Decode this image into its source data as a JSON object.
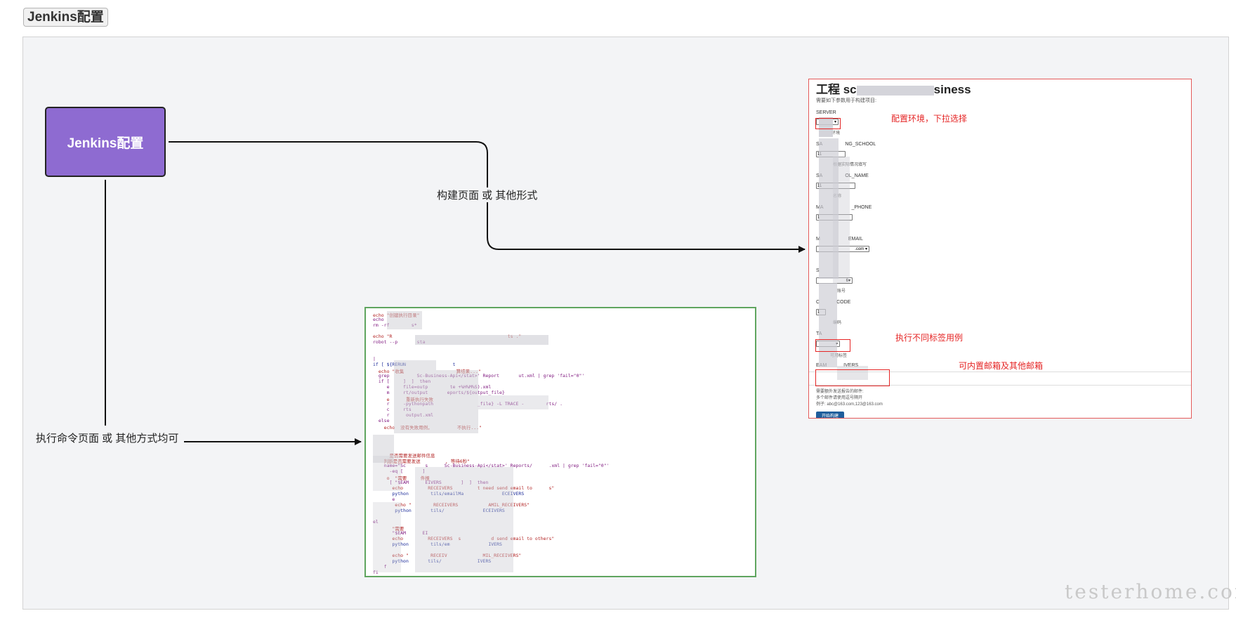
{
  "header_tag": "Jenkins配置",
  "root_node": "Jenkins配置",
  "edges": {
    "to_build_page": "构建页面 或 其他形式",
    "to_command_page": "执行命令页面 或 其他方式均可"
  },
  "build_page": {
    "title_start": "工程 sc",
    "title_end": "siness",
    "subtitle": "需要如下参数用于构建项目:",
    "params": [
      {
        "label": "SERVER",
        "value": "",
        "hint": "环境"
      },
      {
        "label": "SA",
        "label_end": "NG_SCHOOL",
        "value": "11",
        "hint": "根据实际情况填写"
      },
      {
        "label": "SA",
        "label_end": "OL_NAME",
        "value": "11",
        "hint": "名称"
      },
      {
        "label": "MA",
        "label_end": "_PHONE",
        "value": "1",
        "hint": ""
      },
      {
        "label": "M",
        "label_end": "EMAIL",
        "value": ".com",
        "hint": ""
      },
      {
        "label": "S",
        "label_end": "",
        "value": "6",
        "hint": "账号"
      },
      {
        "label": "C",
        "label_end": "CODE",
        "value": "1",
        "hint": "编码"
      },
      {
        "label": "TA",
        "label_end": "",
        "value": "",
        "hint": "可用标签"
      },
      {
        "label": "EAM",
        "label_end": "IVERS",
        "value": "",
        "hint": ""
      }
    ],
    "email_hint_1": "需要额外发送报告的邮件:",
    "email_hint_2": "多个邮件请使用逗号隔开",
    "email_hint_3": "例子: abc@163.com,123@163.com",
    "build_button": "开始构建"
  },
  "annotations": {
    "server": "配置环境，下拉选择",
    "tag": "执行不同标签用例",
    "email": "可内置邮箱及其他邮箱"
  },
  "script_lines": [
    {
      "t": "echo \"创建执行目录\"",
      "c": "red"
    },
    {
      "t": "echo",
      "c": ""
    },
    {
      "t": "rm -rf        s*",
      "c": ""
    },
    {
      "t": "",
      "c": ""
    },
    {
      "t": "echo \"R                                          ts .\"",
      "c": "red"
    },
    {
      "t": "robot --p       sta",
      "c": ""
    },
    {
      "t": "",
      "c": ""
    },
    {
      "t": "",
      "c": ""
    },
    {
      "t": "|",
      "c": ""
    },
    {
      "t": "if [ ${RERUN                 t",
      "c": "blue"
    },
    {
      "t": "  echo \"收集                   算结果...\"",
      "c": "red"
    },
    {
      "t": "  grep          Sc-Business-Api</stat>' Report       ut.xml | grep 'fail=\"0\"'",
      "c": ""
    },
    {
      "t": "  if [     ]  ]  then",
      "c": ""
    },
    {
      "t": "     e     file=outp        te +%H%M%S).xml",
      "c": ""
    },
    {
      "t": "     m     rt/output       eports/${output_file}",
      "c": ""
    },
    {
      "t": "     e      重新执行失败",
      "c": "red"
    },
    {
      "t": "     r     -pythonpath                _file} -L TRACE -        rts/ .",
      "c": ""
    },
    {
      "t": "     c     rts",
      "c": ""
    },
    {
      "t": "     r      output.xml",
      "c": ""
    },
    {
      "t": "  else",
      "c": ""
    },
    {
      "t": "    echo  没有失败用例，         不执行...\"",
      "c": "red"
    },
    {
      "t": "",
      "c": ""
    },
    {
      "t": "",
      "c": ""
    },
    {
      "t": "",
      "c": ""
    },
    {
      "t": "",
      "c": ""
    },
    {
      "t": "      是否需要发送邮件信息",
      "c": "red"
    },
    {
      "t": "    判断是否需要发送         , 等待6秒\"",
      "c": "red"
    },
    {
      "t": "    name=\"Sc       s      Sc-Business-Api</stat>' Reports/      .xml | grep 'fail=\"0\"'",
      "c": ""
    },
    {
      "t": "      -eq [       ]",
      "c": ""
    },
    {
      "t": "     o  \"需要     件报",
      "c": "red"
    },
    {
      "t": "      [ \"$EAM      EIVERS       ]  ]  then",
      "c": ""
    },
    {
      "t": "       echo         RECEIVERS         t need send email to      s\"",
      "c": "red"
    },
    {
      "t": "       python        tils/emailMa              ECEIVERS",
      "c": "blue"
    },
    {
      "t": "       e",
      "c": ""
    },
    {
      "t": "        echo \"        RECEIVERS           AMIL_RECEIVERS\"",
      "c": "red"
    },
    {
      "t": "        python       tils/              ECEIVERS",
      "c": "blue"
    },
    {
      "t": "",
      "c": ""
    },
    {
      "t": "el",
      "c": ""
    },
    {
      "t": "       \"需要",
      "c": "red"
    },
    {
      "t": "       \"$EAM      EI",
      "c": ""
    },
    {
      "t": "       echo         RECEIVERS  s           d send email to others\"",
      "c": "red"
    },
    {
      "t": "       python        tils/em              IVERS",
      "c": "blue"
    },
    {
      "t": "",
      "c": ""
    },
    {
      "t": "       echo \"        RECEIV             MIL_RECEIVERS\"",
      "c": "red"
    },
    {
      "t": "       python       tils/             IVERS",
      "c": "blue"
    },
    {
      "t": "    f",
      "c": ""
    },
    {
      "t": "fi",
      "c": ""
    }
  ],
  "watermark": "testerhome.com"
}
